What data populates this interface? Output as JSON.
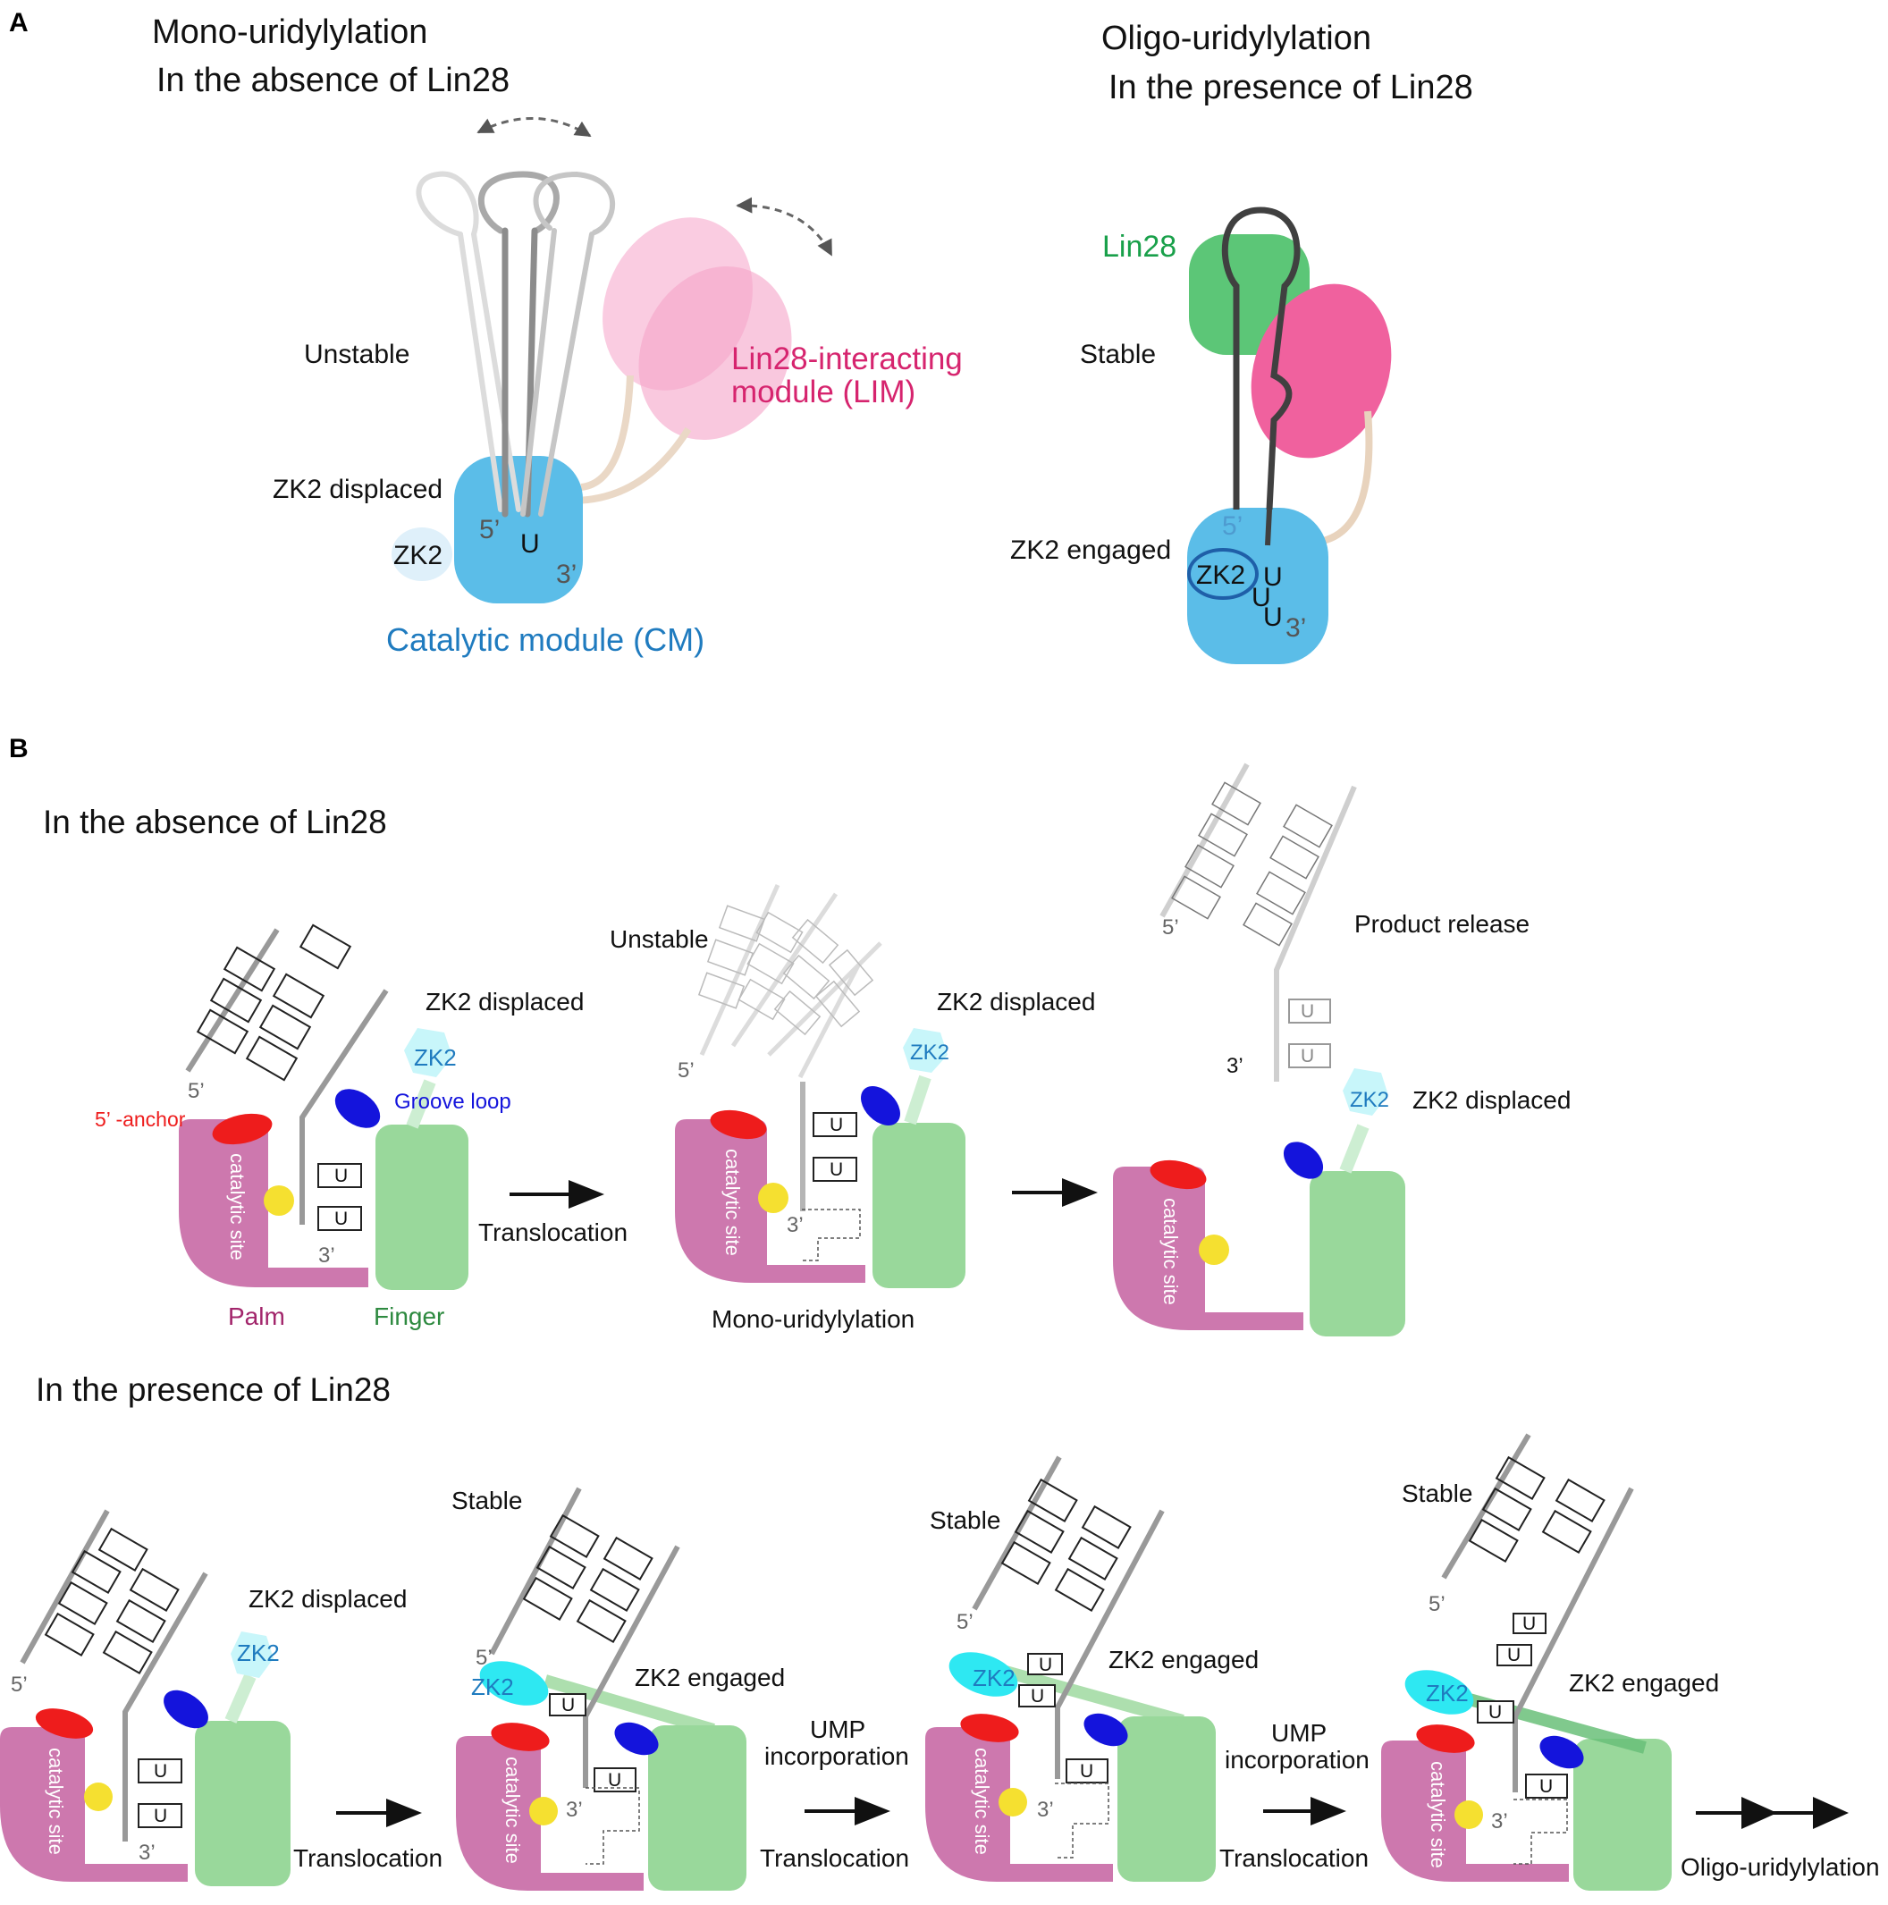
{
  "panels": {
    "a": "A",
    "b": "B"
  },
  "panelA": {
    "left_title_1": "Mono-uridylylation",
    "left_title_2": "In the absence of Lin28",
    "right_title_1": "Oligo-uridylylation",
    "right_title_2": "In the presence of Lin28",
    "unstable": "Unstable",
    "lim_1": "Lin28-interacting",
    "lim_2": "module (LIM)",
    "zk2_displaced": "ZK2 displaced",
    "zk2": "ZK2",
    "five_prime": "5’",
    "three_prime": "3’",
    "u": "U",
    "cm": "Catalytic module (CM)",
    "lin28": "Lin28",
    "stable": "Stable",
    "zk2_engaged": "ZK2 engaged"
  },
  "panelB": {
    "absence_title": "In the absence of Lin28",
    "presence_title": "In the presence of Lin28",
    "zk2_displaced": "ZK2 displaced",
    "zk2_engaged": "ZK2 engaged",
    "zk2": "ZK2",
    "groove_loop": "Groove loop",
    "anchor": "5’ -anchor",
    "catalytic_site": "catalytic site",
    "palm": "Palm",
    "finger": "Finger",
    "translocation": "Translocation",
    "unstable": "Unstable",
    "stable": "Stable",
    "mono": "Mono-uridylylation",
    "product_release": "Product release",
    "ump_1": "UMP",
    "ump_2": "incorporation",
    "oligo": "Oligo-uridylylation",
    "five_prime": "5’",
    "three_prime": "3’",
    "u": "U"
  },
  "colors": {
    "catalytic_blue": "#5bbde8",
    "lim_pink": "#f5a3c8",
    "lin28_green": "#5cc677",
    "palm": "#cd78ae",
    "finger": "#99d89b",
    "anchor_red": "#ee1c1c",
    "groove_blue": "#1414dc",
    "metal_yellow": "#f5e030",
    "zk2_cyan": "#2ee8f2"
  }
}
